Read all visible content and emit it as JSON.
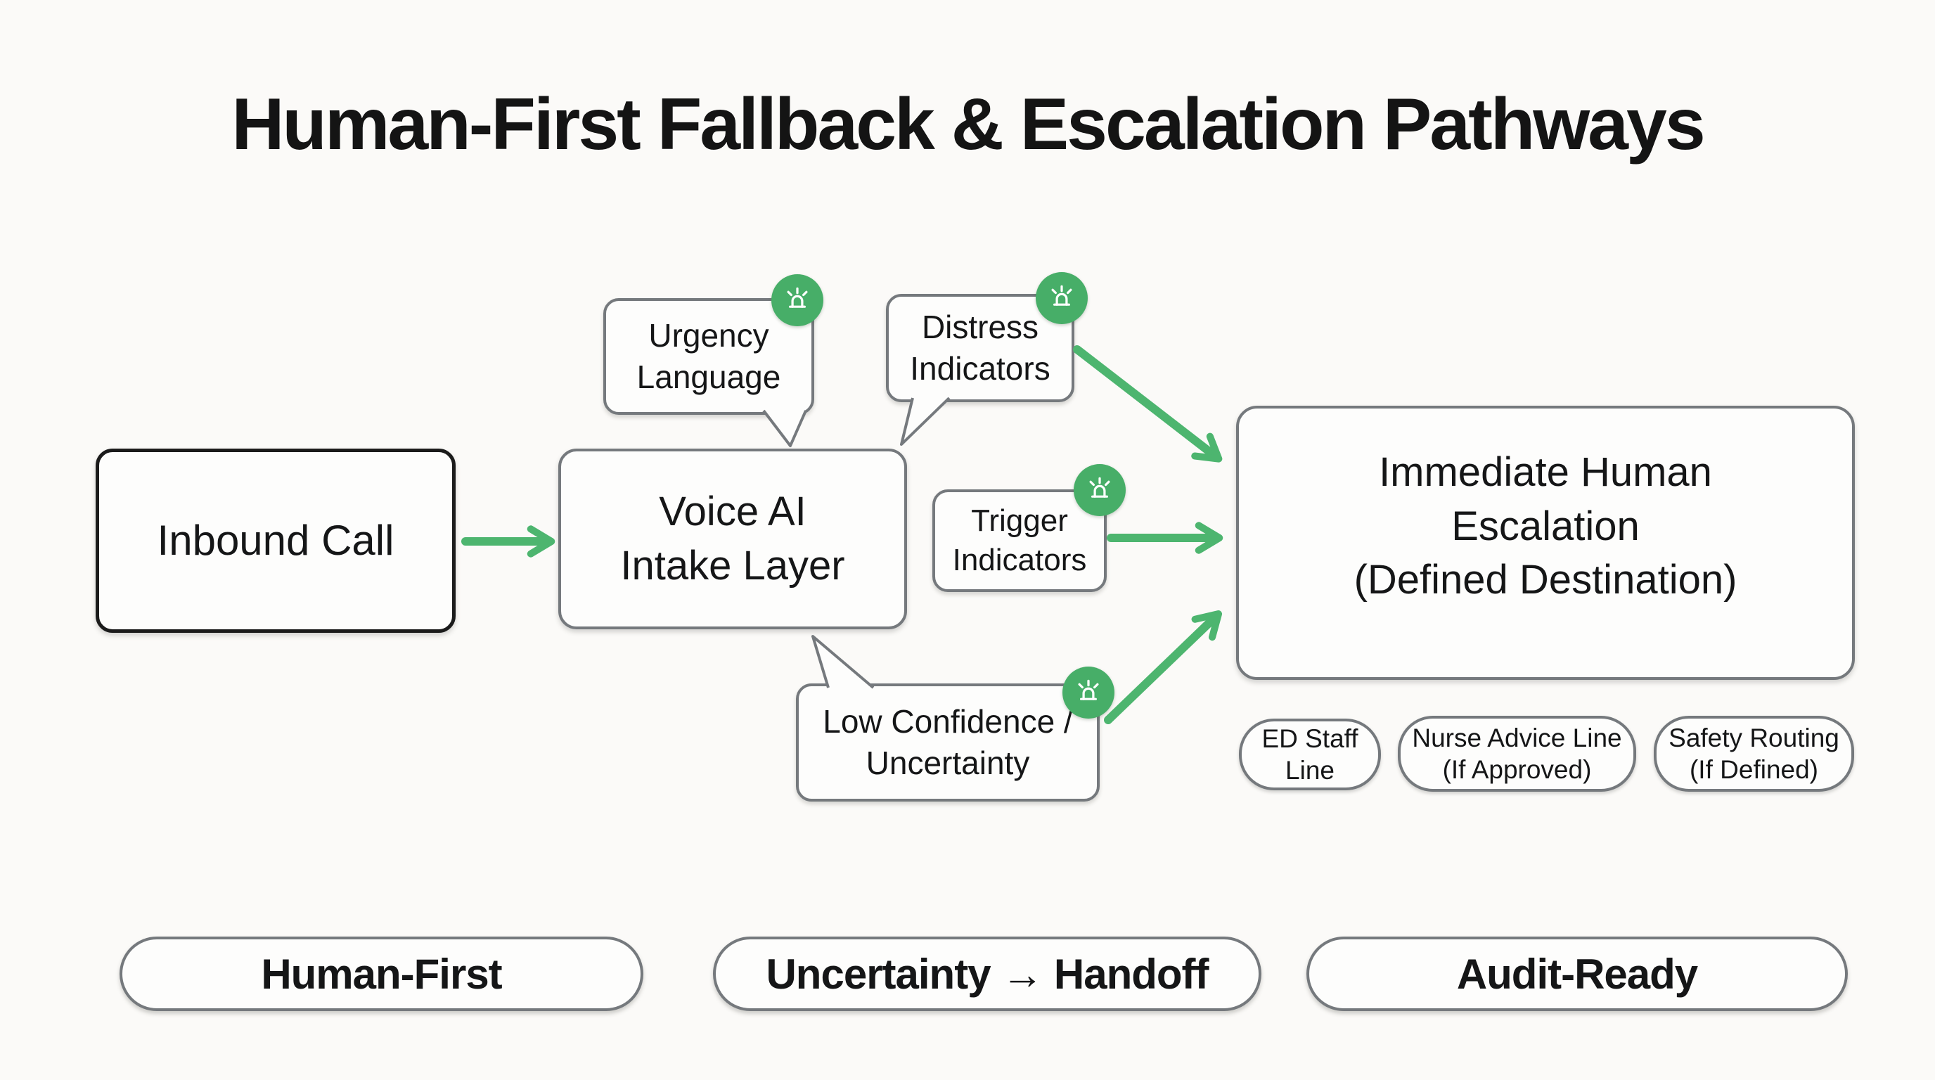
{
  "title": "Human-First Fallback & Escalation Pathways",
  "colors": {
    "background": "#fbfaf8",
    "accent_green": "#4db56f",
    "badge_green": "#47ae68",
    "border_gray": "#75797d",
    "inbound_border_black": "#1b1b1b",
    "ink": "#151617"
  },
  "nodes": {
    "inbound": {
      "label": "Inbound Call"
    },
    "voice_ai": {
      "line1": "Voice AI",
      "line2": "Intake Layer"
    },
    "escalation": {
      "line1": "Immediate Human",
      "line2": "Escalation",
      "line3": "(Defined Destination)"
    }
  },
  "signal_bubbles": {
    "urgency": {
      "line1": "Urgency",
      "line2": "Language",
      "icon": "siren"
    },
    "distress": {
      "line1": "Distress",
      "line2": "Indicators",
      "icon": "siren"
    },
    "trigger": {
      "line1": "Trigger",
      "line2": "Indicators",
      "icon": "siren"
    },
    "low_confidence": {
      "line1": "Low Confidence /",
      "line2": "Uncertainty",
      "icon": "siren"
    }
  },
  "destinations": [
    {
      "line1": "ED Staff",
      "line2": "Line"
    },
    {
      "line1": "Nurse Advice Line",
      "line2": "(If Approved)"
    },
    {
      "line1": "Safety Routing",
      "line2": "(If Defined)"
    }
  ],
  "principles": [
    {
      "label": "Human-First"
    },
    {
      "label": "Uncertainty → Handoff"
    },
    {
      "label": "Audit-Ready"
    }
  ]
}
